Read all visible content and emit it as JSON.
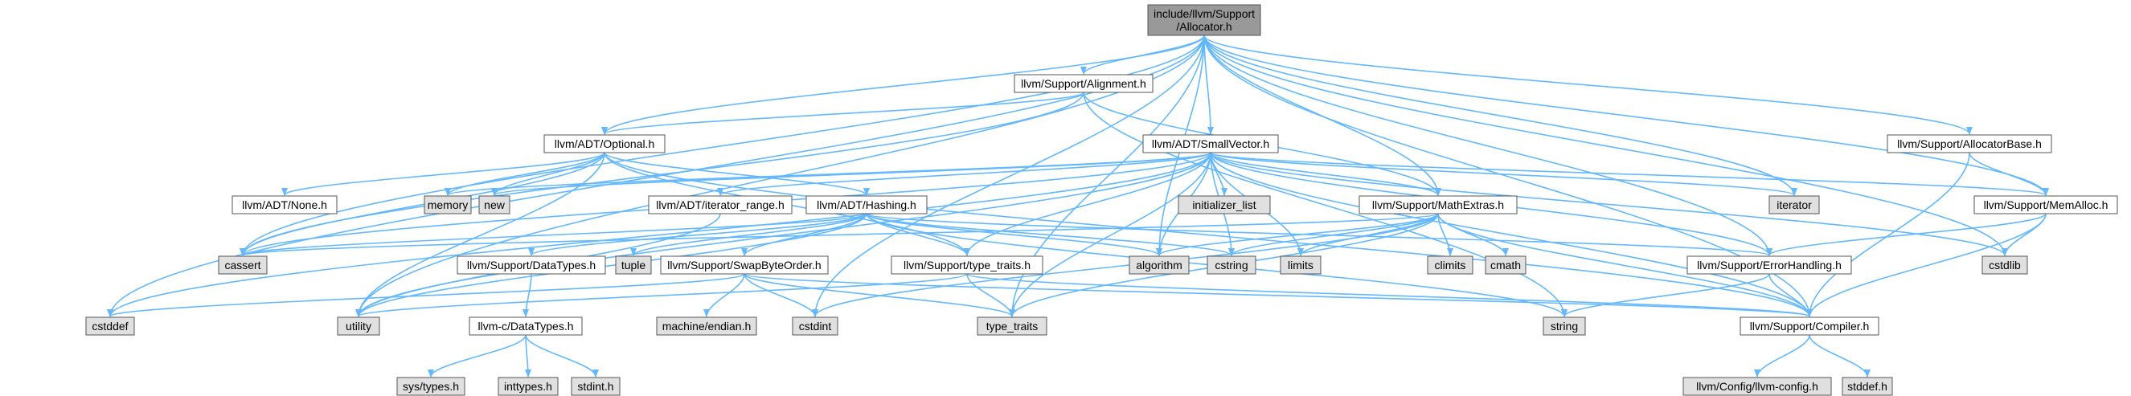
{
  "colors": {
    "edge": "#63b8ff",
    "root_fill": "#999999",
    "header_fill": "#ffffff",
    "system_fill": "#e0e0e0",
    "border": "#555555"
  },
  "nodes": {
    "root": {
      "lines": [
        "include/llvm/Support",
        "/Allocator.h"
      ],
      "kind": "root"
    },
    "alignment": {
      "lines": [
        "llvm/Support/Alignment.h"
      ],
      "kind": "header"
    },
    "optional": {
      "lines": [
        "llvm/ADT/Optional.h"
      ],
      "kind": "header"
    },
    "smallvector": {
      "lines": [
        "llvm/ADT/SmallVector.h"
      ],
      "kind": "header"
    },
    "allocatorbase": {
      "lines": [
        "llvm/Support/AllocatorBase.h"
      ],
      "kind": "header"
    },
    "none": {
      "lines": [
        "llvm/ADT/None.h"
      ],
      "kind": "header"
    },
    "memory": {
      "lines": [
        "memory"
      ],
      "kind": "system"
    },
    "new": {
      "lines": [
        "new"
      ],
      "kind": "system"
    },
    "hashing": {
      "lines": [
        "llvm/ADT/Hashing.h"
      ],
      "kind": "header"
    },
    "iterrange": {
      "lines": [
        "llvm/ADT/iterator_range.h"
      ],
      "kind": "header"
    },
    "initlist": {
      "lines": [
        "initializer_list"
      ],
      "kind": "system"
    },
    "mathextras": {
      "lines": [
        "llvm/Support/MathExtras.h"
      ],
      "kind": "header"
    },
    "iterator": {
      "lines": [
        "iterator"
      ],
      "kind": "system"
    },
    "memalloc": {
      "lines": [
        "llvm/Support/MemAlloc.h"
      ],
      "kind": "header"
    },
    "cassert": {
      "lines": [
        "cassert"
      ],
      "kind": "system"
    },
    "tuple": {
      "lines": [
        "tuple"
      ],
      "kind": "system"
    },
    "datatypes": {
      "lines": [
        "llvm/Support/DataTypes.h"
      ],
      "kind": "header"
    },
    "swapbyte": {
      "lines": [
        "llvm/Support/SwapByteOrder.h"
      ],
      "kind": "header"
    },
    "typetraitsh": {
      "lines": [
        "llvm/Support/type_traits.h"
      ],
      "kind": "header"
    },
    "algorithm": {
      "lines": [
        "algorithm"
      ],
      "kind": "system"
    },
    "cstring": {
      "lines": [
        "cstring"
      ],
      "kind": "system"
    },
    "limits": {
      "lines": [
        "limits"
      ],
      "kind": "system"
    },
    "climits": {
      "lines": [
        "climits"
      ],
      "kind": "system"
    },
    "cmath": {
      "lines": [
        "cmath"
      ],
      "kind": "system"
    },
    "errorhandling": {
      "lines": [
        "llvm/Support/ErrorHandling.h"
      ],
      "kind": "header"
    },
    "cstdlib": {
      "lines": [
        "cstdlib"
      ],
      "kind": "system"
    },
    "cstddef": {
      "lines": [
        "cstddef"
      ],
      "kind": "system"
    },
    "utility": {
      "lines": [
        "utility"
      ],
      "kind": "system"
    },
    "cdatatypes": {
      "lines": [
        "llvm-c/DataTypes.h"
      ],
      "kind": "header"
    },
    "endian": {
      "lines": [
        "machine/endian.h"
      ],
      "kind": "system"
    },
    "cstdint": {
      "lines": [
        "cstdint"
      ],
      "kind": "system"
    },
    "type_traits": {
      "lines": [
        "type_traits"
      ],
      "kind": "system"
    },
    "string": {
      "lines": [
        "string"
      ],
      "kind": "system"
    },
    "compiler": {
      "lines": [
        "llvm/Support/Compiler.h"
      ],
      "kind": "header"
    },
    "systypes": {
      "lines": [
        "sys/types.h"
      ],
      "kind": "system"
    },
    "inttypes": {
      "lines": [
        "inttypes.h"
      ],
      "kind": "system"
    },
    "stdint": {
      "lines": [
        "stdint.h"
      ],
      "kind": "system"
    },
    "llvmconfig": {
      "lines": [
        "llvm/Config/llvm-config.h"
      ],
      "kind": "system"
    },
    "stddef": {
      "lines": [
        "stddef.h"
      ],
      "kind": "system"
    }
  },
  "edges": [
    [
      "root",
      "alignment"
    ],
    [
      "root",
      "optional"
    ],
    [
      "root",
      "smallvector"
    ],
    [
      "root",
      "allocatorbase"
    ],
    [
      "root",
      "mathextras"
    ],
    [
      "root",
      "memalloc"
    ],
    [
      "root",
      "iterator"
    ],
    [
      "root",
      "algorithm"
    ],
    [
      "root",
      "type_traits"
    ],
    [
      "root",
      "utility"
    ],
    [
      "root",
      "cstddef"
    ],
    [
      "root",
      "cstdint"
    ],
    [
      "root",
      "cassert"
    ],
    [
      "root",
      "cstdlib"
    ],
    [
      "root",
      "errorhandling"
    ],
    [
      "root",
      "compiler"
    ],
    [
      "alignment",
      "optional"
    ],
    [
      "alignment",
      "mathextras"
    ],
    [
      "alignment",
      "cassert"
    ],
    [
      "alignment",
      "string"
    ],
    [
      "optional",
      "none"
    ],
    [
      "optional",
      "memory"
    ],
    [
      "optional",
      "new"
    ],
    [
      "optional",
      "hashing"
    ],
    [
      "optional",
      "cassert"
    ],
    [
      "optional",
      "typetraitsh"
    ],
    [
      "optional",
      "utility"
    ],
    [
      "optional",
      "compiler"
    ],
    [
      "smallvector",
      "iterrange"
    ],
    [
      "smallvector",
      "mathextras"
    ],
    [
      "smallvector",
      "memalloc"
    ],
    [
      "smallvector",
      "typetraitsh"
    ],
    [
      "smallvector",
      "algorithm"
    ],
    [
      "smallvector",
      "cassert"
    ],
    [
      "smallvector",
      "cstddef"
    ],
    [
      "smallvector",
      "cstdlib"
    ],
    [
      "smallvector",
      "cstring"
    ],
    [
      "smallvector",
      "initlist"
    ],
    [
      "smallvector",
      "iterator"
    ],
    [
      "smallvector",
      "limits"
    ],
    [
      "smallvector",
      "memory"
    ],
    [
      "smallvector",
      "new"
    ],
    [
      "smallvector",
      "type_traits"
    ],
    [
      "smallvector",
      "utility"
    ],
    [
      "smallvector",
      "compiler"
    ],
    [
      "smallvector",
      "errorhandling"
    ],
    [
      "allocatorbase",
      "memalloc"
    ],
    [
      "allocatorbase",
      "compiler"
    ],
    [
      "hashing",
      "datatypes"
    ],
    [
      "hashing",
      "swapbyte"
    ],
    [
      "hashing",
      "typetraitsh"
    ],
    [
      "hashing",
      "errorhandling"
    ],
    [
      "hashing",
      "algorithm"
    ],
    [
      "hashing",
      "cassert"
    ],
    [
      "hashing",
      "cstring"
    ],
    [
      "hashing",
      "string"
    ],
    [
      "hashing",
      "tuple"
    ],
    [
      "hashing",
      "utility"
    ],
    [
      "iterrange",
      "utility"
    ],
    [
      "mathextras",
      "compiler"
    ],
    [
      "mathextras",
      "algorithm"
    ],
    [
      "mathextras",
      "cassert"
    ],
    [
      "mathextras",
      "climits"
    ],
    [
      "mathextras",
      "cmath"
    ],
    [
      "mathextras",
      "cstdint"
    ],
    [
      "mathextras",
      "cstring"
    ],
    [
      "mathextras",
      "limits"
    ],
    [
      "mathextras",
      "type_traits"
    ],
    [
      "memalloc",
      "compiler"
    ],
    [
      "memalloc",
      "errorhandling"
    ],
    [
      "memalloc",
      "cstdlib"
    ],
    [
      "datatypes",
      "cdatatypes"
    ],
    [
      "cdatatypes",
      "inttypes"
    ],
    [
      "cdatatypes",
      "stdint"
    ],
    [
      "cdatatypes",
      "systypes"
    ],
    [
      "swapbyte",
      "compiler"
    ],
    [
      "swapbyte",
      "type_traits"
    ],
    [
      "swapbyte",
      "cstddef"
    ],
    [
      "swapbyte",
      "cstdint"
    ],
    [
      "swapbyte",
      "endian"
    ],
    [
      "typetraitsh",
      "compiler"
    ],
    [
      "typetraitsh",
      "type_traits"
    ],
    [
      "typetraitsh",
      "utility"
    ],
    [
      "errorhandling",
      "compiler"
    ],
    [
      "errorhandling",
      "string"
    ],
    [
      "compiler",
      "llvmconfig"
    ],
    [
      "compiler",
      "stddef"
    ]
  ]
}
